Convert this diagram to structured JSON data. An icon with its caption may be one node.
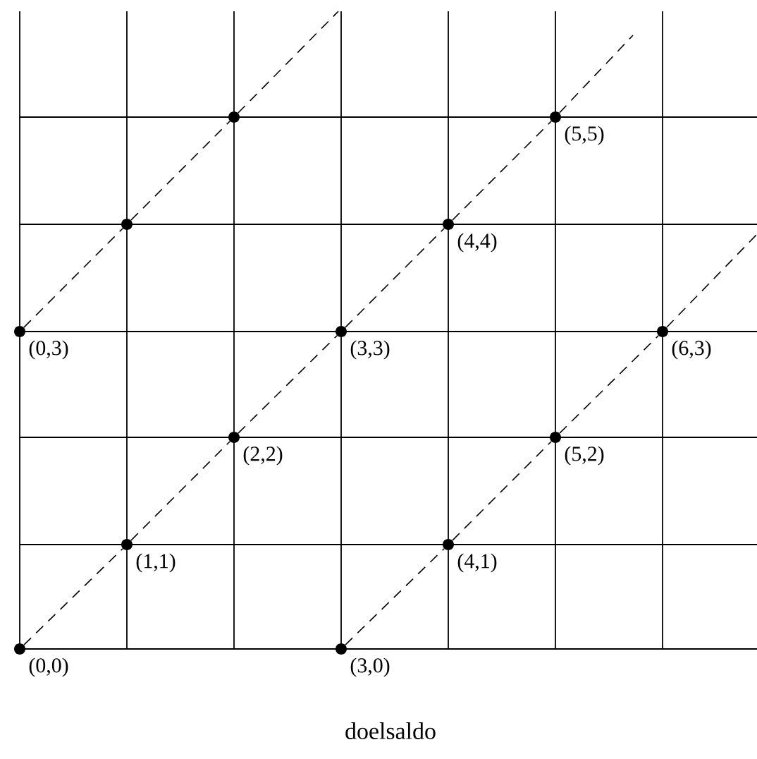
{
  "diagram": {
    "nodes": [
      {
        "text": [],
        "shape": "circle"
      },
      {
        "text": [],
        "shape": "circle",
        "beside": [
          "(5,5)"
        ]
      },
      {
        "text": [],
        "shape": "circle"
      },
      {
        "text": [],
        "shape": "circle",
        "beside": [
          "(4,4)"
        ]
      },
      {
        "text": [],
        "shape": "circle",
        "beside": [
          "(0,3)"
        ]
      },
      {
        "text": [],
        "shape": "circle",
        "beside": [
          "(3,3)"
        ]
      },
      {
        "text": [],
        "shape": "circle",
        "beside": [
          "(6,3)"
        ]
      },
      {
        "text": [],
        "shape": "circle",
        "beside": [
          "(2,2)"
        ]
      },
      {
        "text": [],
        "shape": "circle",
        "beside": [
          "(5,2)"
        ]
      },
      {
        "text": [],
        "shape": "circle",
        "beside": [
          "(1,1)"
        ]
      },
      {
        "text": [],
        "shape": "circle",
        "beside": [
          "(4,1)"
        ]
      },
      {
        "text": [],
        "shape": "circle",
        "beside": [
          "(0,0)"
        ]
      },
      {
        "text": [],
        "shape": "circle",
        "beside": [
          "(3,0)"
        ]
      }
    ],
    "edges": [
      {
        "from": 11,
        "to": 9,
        "arrow": "none",
        "style": "dashed"
      },
      {
        "from": 9,
        "to": 7,
        "arrow": "none",
        "style": "dashed"
      },
      {
        "from": 7,
        "to": 5,
        "arrow": "none",
        "style": "dashed"
      },
      {
        "from": 5,
        "to": 3,
        "arrow": "none",
        "style": "dashed"
      },
      {
        "from": 3,
        "to": 1,
        "arrow": "none",
        "style": "dashed"
      },
      {
        "from": 1,
        "to": null,
        "arrow": "none",
        "style": "dashed"
      },
      {
        "from": 4,
        "to": 2,
        "arrow": "none",
        "style": "dashed"
      },
      {
        "from": 2,
        "to": 0,
        "arrow": "none",
        "style": "dashed"
      },
      {
        "from": 0,
        "to": null,
        "arrow": "none",
        "style": "dashed"
      },
      {
        "from": 12,
        "to": 10,
        "arrow": "none",
        "style": "dashed"
      },
      {
        "from": 10,
        "to": 8,
        "arrow": "none",
        "style": "dashed"
      },
      {
        "from": 8,
        "to": 6,
        "arrow": "none",
        "style": "dashed"
      },
      {
        "from": 6,
        "to": null,
        "arrow": "none",
        "style": "dashed"
      }
    ],
    "labels": [
      "doelsaldo"
    ]
  }
}
